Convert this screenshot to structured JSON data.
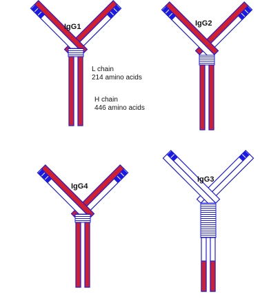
{
  "antibodies": [
    {
      "name": "IgG1",
      "hinge_bands": 3
    },
    {
      "name": "IgG2",
      "hinge_bands": 5
    },
    {
      "name": "IgG4",
      "hinge_bands": 3
    },
    {
      "name": "IgG3",
      "hinge_bands": 13
    }
  ],
  "notes": {
    "l_chain_title": "L chain",
    "l_chain_length": "214 amino acids",
    "h_chain_title": "H chain",
    "h_chain_length": "446 amino acids"
  },
  "colors": {
    "heavy_chain_fill": "#d11f2e",
    "outline": "#1a1ae6",
    "background": "#ffffff"
  }
}
